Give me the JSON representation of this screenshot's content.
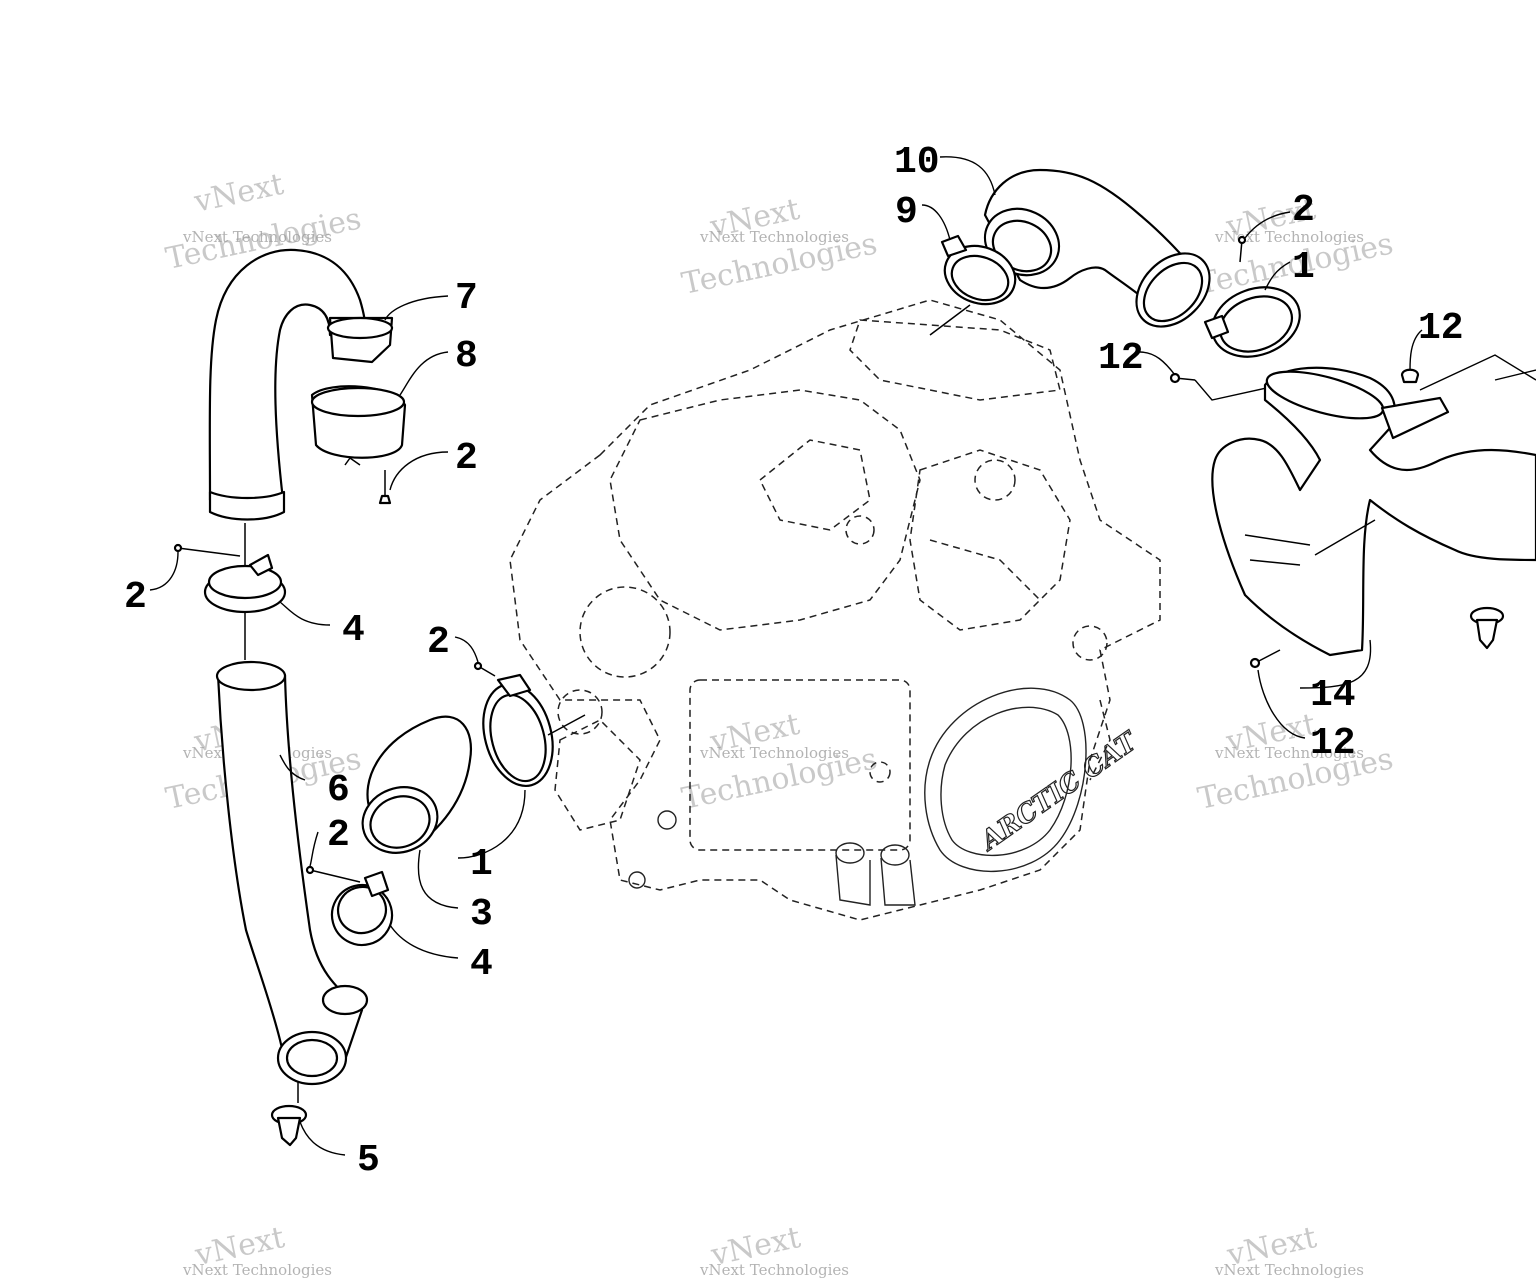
{
  "diagram": {
    "engine_logo": "ARCTIC CAT",
    "watermark": {
      "brand": "vNext",
      "line": "Technologies",
      "full": "vNext Technologies"
    },
    "callouts": [
      {
        "id": "c10",
        "label": "10"
      },
      {
        "id": "c9",
        "label": "9"
      },
      {
        "id": "c2a",
        "label": "2"
      },
      {
        "id": "c1a",
        "label": "1"
      },
      {
        "id": "c12a",
        "label": "12"
      },
      {
        "id": "c12b",
        "label": "12"
      },
      {
        "id": "c7",
        "label": "7"
      },
      {
        "id": "c8",
        "label": "8"
      },
      {
        "id": "c2b",
        "label": "2"
      },
      {
        "id": "c2c",
        "label": "2"
      },
      {
        "id": "c4a",
        "label": "4"
      },
      {
        "id": "c2d",
        "label": "2"
      },
      {
        "id": "c6",
        "label": "6"
      },
      {
        "id": "c2e",
        "label": "2"
      },
      {
        "id": "c1b",
        "label": "1"
      },
      {
        "id": "c3",
        "label": "3"
      },
      {
        "id": "c4b",
        "label": "4"
      },
      {
        "id": "c5",
        "label": "5"
      },
      {
        "id": "c14",
        "label": "14"
      },
      {
        "id": "c12c",
        "label": "12"
      }
    ]
  }
}
